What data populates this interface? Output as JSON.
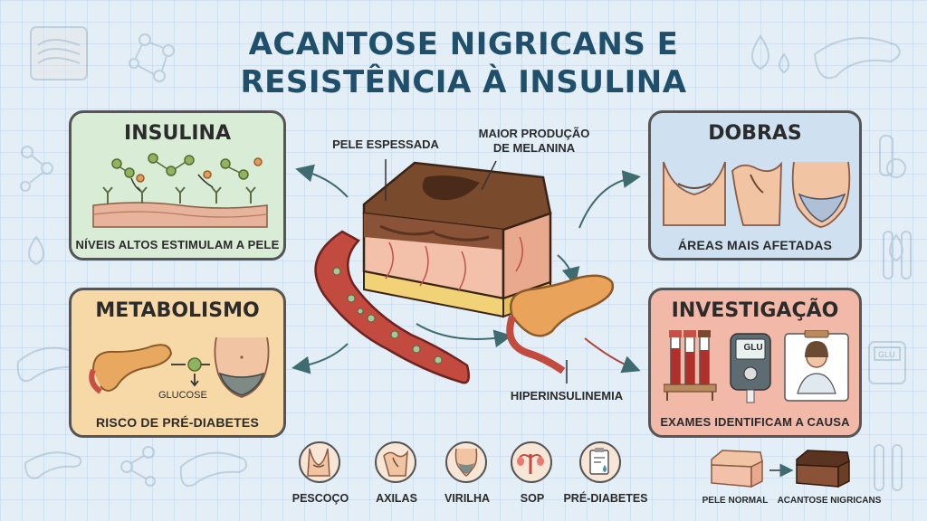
{
  "title": {
    "line1": "ACANTOSE NIGRICANS E",
    "line2": "RESISTÊNCIA À INSULINA"
  },
  "cards": {
    "insulina": {
      "title": "INSULINA",
      "caption": "NÍVEIS ALTOS ESTIMULAM A PELE"
    },
    "metabolismo": {
      "title": "METABOLISMO",
      "caption": "RISCO DE PRÉ-DIABETES",
      "glucose_label": "GLUCOSE"
    },
    "dobras": {
      "title": "DOBRAS",
      "caption": "ÁREAS MAIS AFETADAS"
    },
    "investigacao": {
      "title": "INVESTIGAÇÃO",
      "caption": "EXAMES IDENTIFICAM A CAUSA",
      "meter_text": "GLU"
    }
  },
  "center": {
    "label_skin": "PELE ESPESSADA",
    "label_melanin_1": "MAIOR PRODUÇÃO",
    "label_melanin_2": "DE MELANINA",
    "label_hyper": "HIPERINSULINEMIA"
  },
  "bottom_icons": [
    "PESCOÇO",
    "AXILAS",
    "VIRILHA",
    "SOP",
    "PRÉ-DIABETES"
  ],
  "comparison": {
    "normal": "PELE NORMAL",
    "acanthosis": "ACANTOSE NIGRICANS"
  },
  "background_meter_text": "GLU",
  "colors": {
    "title": "#1f4f6a",
    "insulina_bg": "#d9ecd6",
    "metabolismo_bg": "#f7d9a8",
    "dobras_bg": "#cfe0f0",
    "investigacao_bg": "#f2b9a8",
    "arrow": "#3d6b70"
  }
}
